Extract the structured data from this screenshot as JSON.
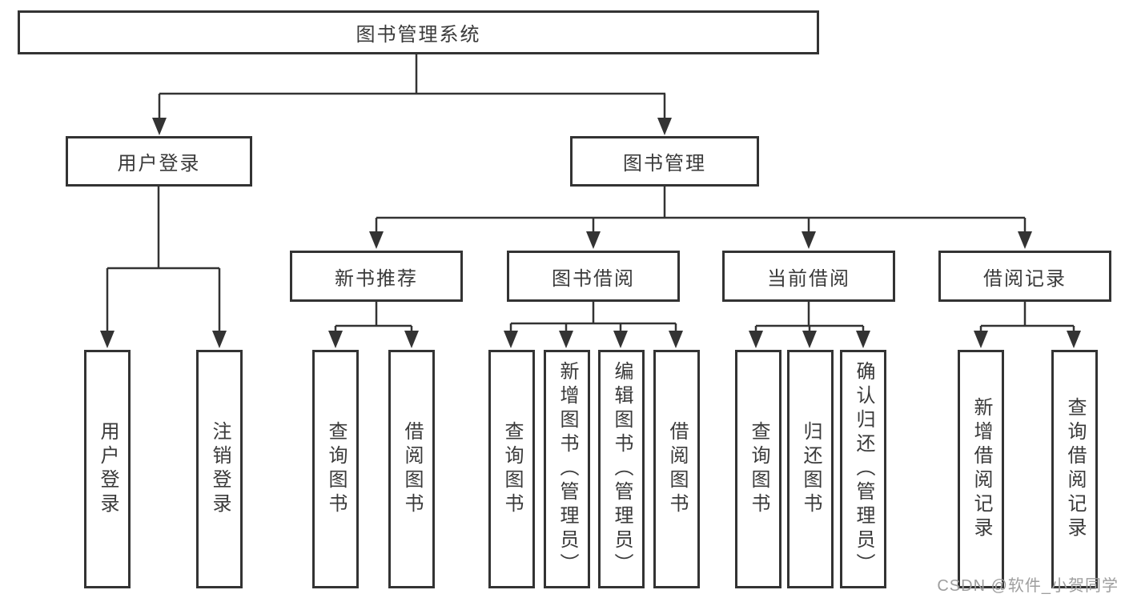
{
  "diagram": {
    "type": "hierarchy-tree",
    "orientation": "top-down",
    "colors": {
      "line": "#333333",
      "box_border": "#333333",
      "box_fill": "#ffffff",
      "text": "#3a3a3a",
      "watermark": "#9e9e9e",
      "background": "#ffffff"
    }
  },
  "tree": {
    "root": {
      "label": "图书管理系统"
    },
    "branches": [
      {
        "label": "用户登录",
        "children": [
          "用户登录",
          "注销登录"
        ]
      },
      {
        "label": "图书管理",
        "children": [
          {
            "label": "新书推荐",
            "children": [
              "查询图书",
              "借阅图书"
            ]
          },
          {
            "label": "图书借阅",
            "children": [
              "查询图书",
              "新增图书（管理员）",
              "编辑图书（管理员）",
              "借阅图书"
            ]
          },
          {
            "label": "当前借阅",
            "children": [
              "查询图书",
              "归还图书",
              "确认归还（管理员）"
            ]
          },
          {
            "label": "借阅记录",
            "children": [
              "新增借阅记录",
              "查询借阅记录"
            ]
          }
        ]
      }
    ]
  },
  "watermark": {
    "text": "CSDN @软件_小贺同学"
  }
}
